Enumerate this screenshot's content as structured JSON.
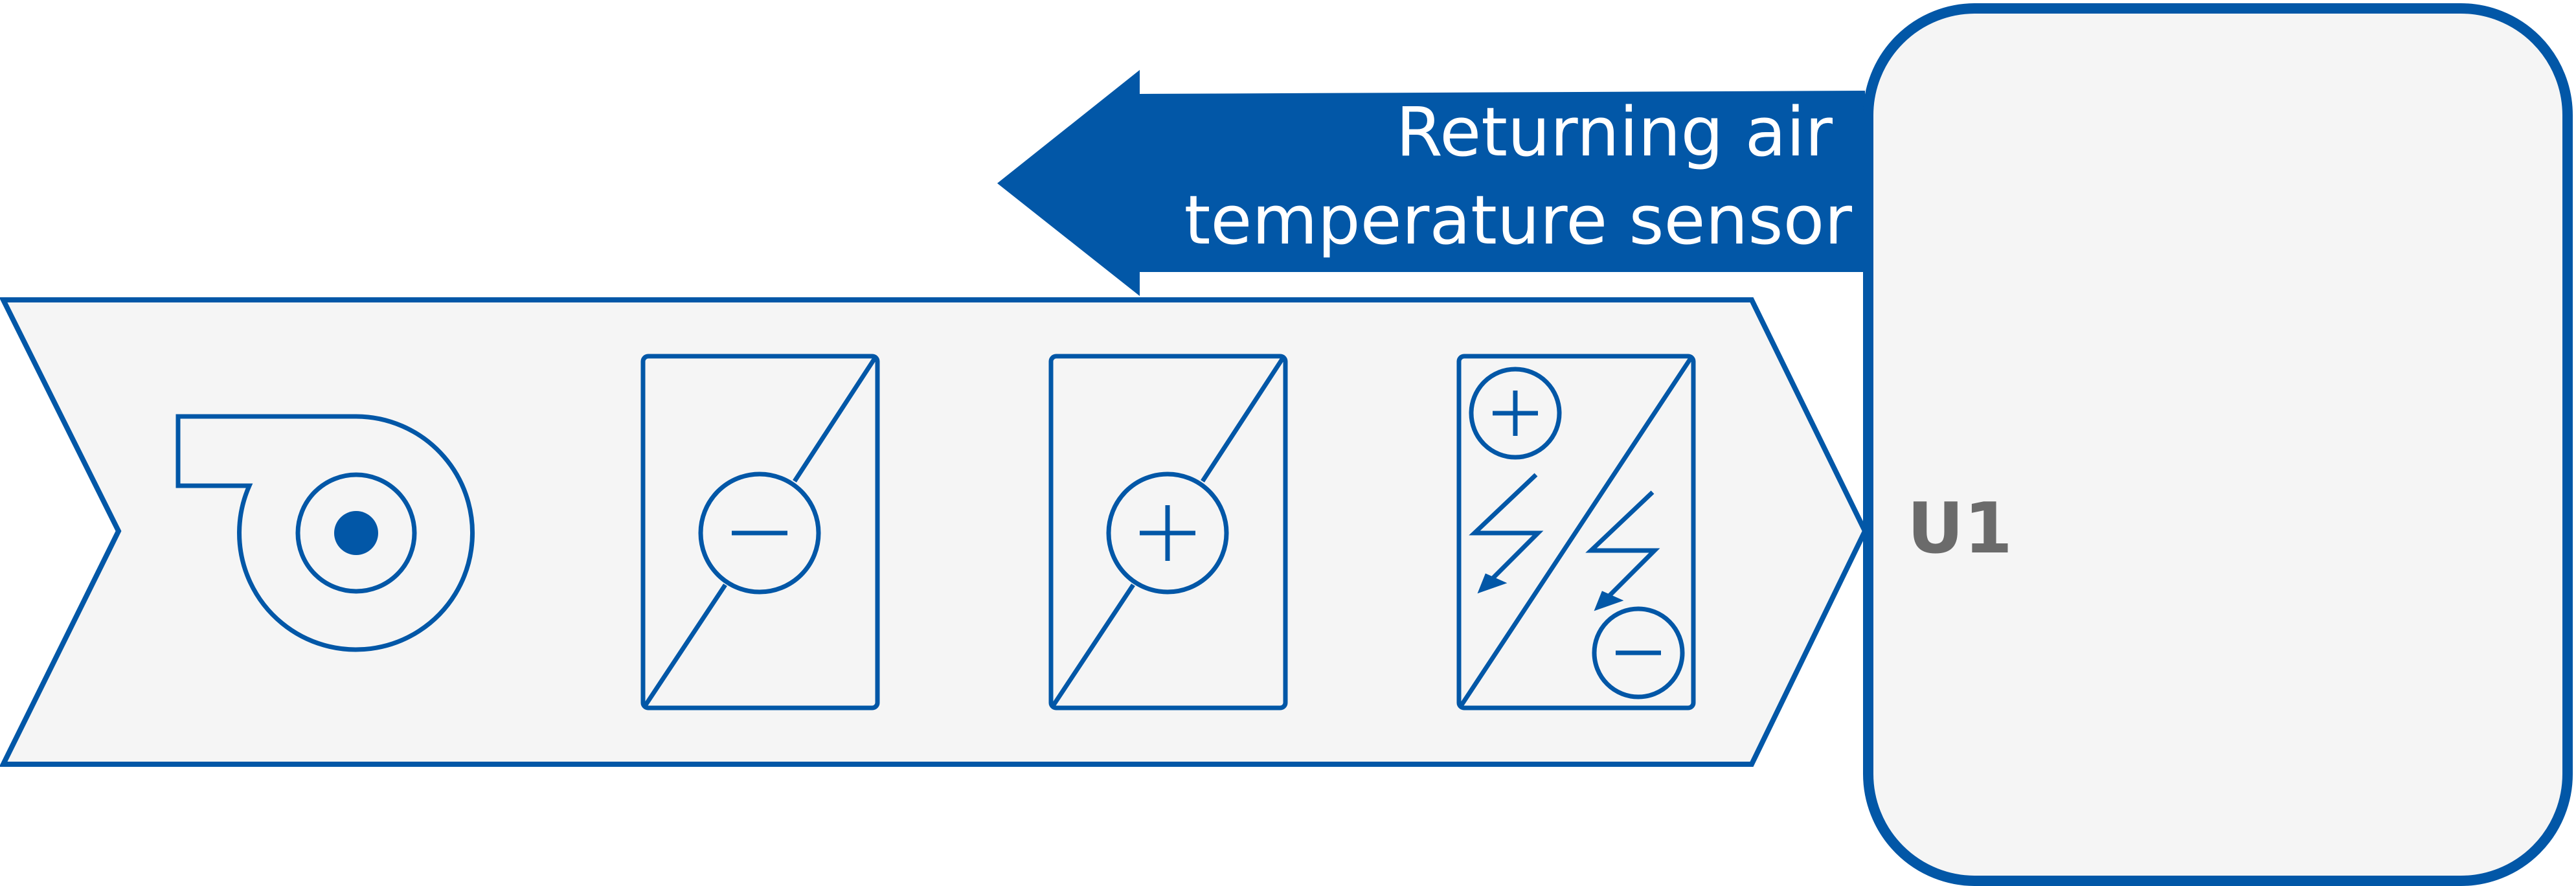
{
  "arrow": {
    "line1": "Returning air",
    "line2": "temperature sensor"
  },
  "unit": {
    "label": "U1"
  },
  "colors": {
    "blue": "#0257A7",
    "panel_fill": "#F5F5F5",
    "label_gray": "#6B6B6B"
  },
  "icons": [
    "fan-icon",
    "cooling-coil-icon",
    "heating-coil-icon",
    "heat-pump-coil-icon"
  ]
}
